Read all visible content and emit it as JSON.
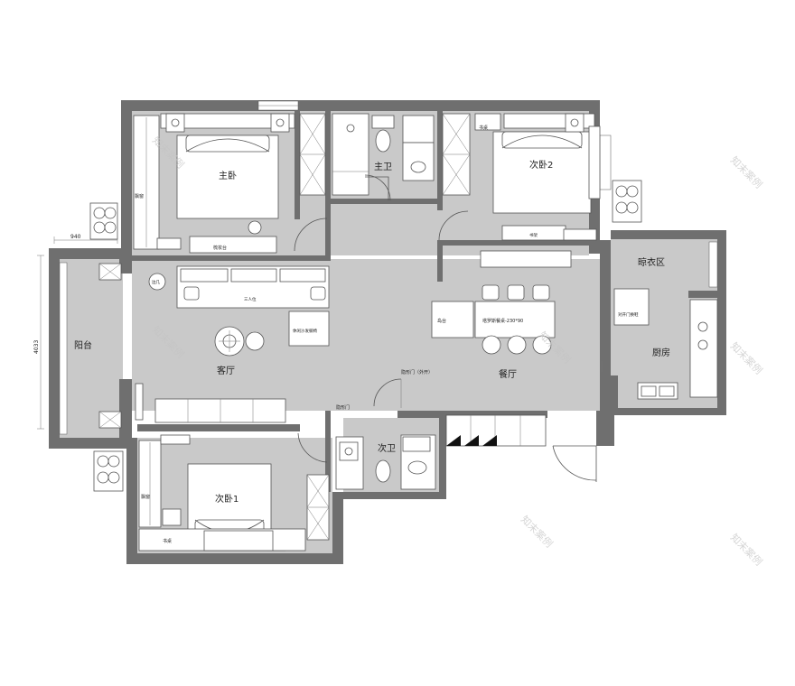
{
  "rooms": {
    "master_bedroom": "主卧",
    "master_bath": "主卫",
    "second_bedroom_2": "次卧2",
    "living_room": "客厅",
    "dining_room": "餐厅",
    "kitchen": "厨房",
    "laundry": "晾衣区",
    "balcony": "阳台",
    "second_bedroom_1": "次卧1",
    "second_bath": "次卫"
  },
  "labels": {
    "bay_window_top": "飘窗",
    "bay_window_bottom": "飘窗",
    "dresser": "梳妆台",
    "desk_top": "书桌",
    "desk_bottom": "书桌",
    "three_seat_sofa": "三人位",
    "side_table": "边几",
    "leisure_chair": "休闲沙发躺椅",
    "island": "岛台",
    "dining_table": "塔罗斯餐桌-230*90",
    "hidden_door_outward": "隐形门（外开）",
    "hidden_door": "隐形门",
    "kitchen_door": "对开门换鞋",
    "shelf": "书架"
  },
  "dimensions": {
    "width_940": "940",
    "height_4033": "4033"
  },
  "watermark": "知末案例"
}
